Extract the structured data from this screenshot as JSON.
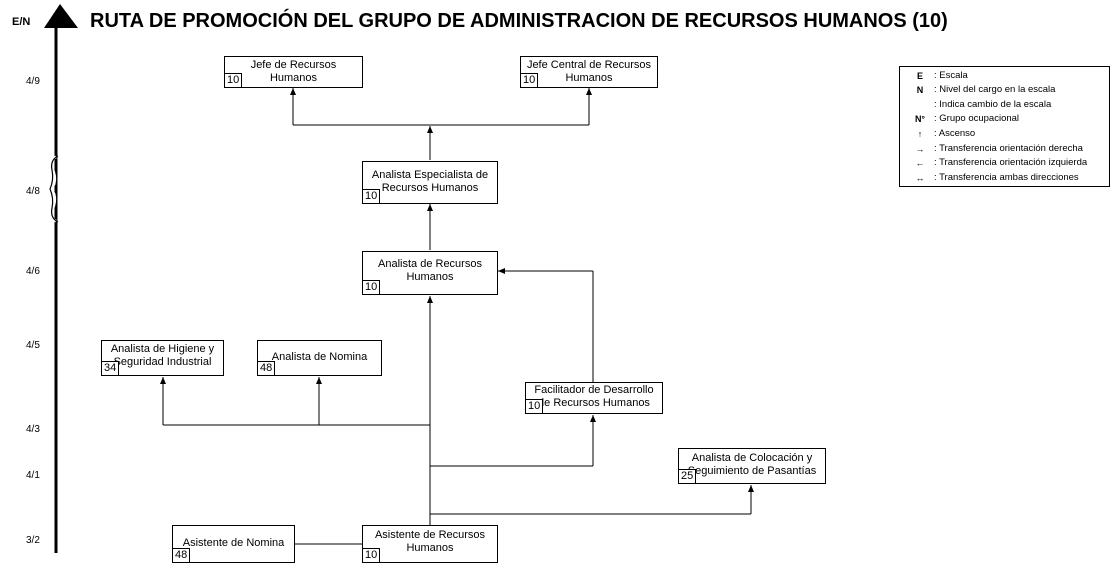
{
  "title": "RUTA DE PROMOCIÓN DEL GRUPO DE ADMINISTRACION DE RECURSOS HUMANOS (10)",
  "axis_label": "E/N",
  "levels": [
    "4/9",
    "4/8",
    "4/6",
    "4/5",
    "4/3",
    "4/1",
    "3/2"
  ],
  "positions": [
    {
      "label": "Jefe de Recursos\nHumanos",
      "group": "10"
    },
    {
      "label": "Jefe Central de Recursos\nHumanos",
      "group": "10"
    },
    {
      "label": "Analista Especialista de\nRecursos Humanos",
      "group": "10"
    },
    {
      "label": "Analista de Recursos\nHumanos",
      "group": "10"
    },
    {
      "label": "Analista de Higiene y\nSeguridad Industrial",
      "group": "34"
    },
    {
      "label": "Analista de Nomina",
      "group": "48"
    },
    {
      "label": "Facilitador de Desarrollo\nde Recursos Humanos",
      "group": "10"
    },
    {
      "label": "Analista de Colocación y\nSeguimiento de Pasantías",
      "group": "25"
    },
    {
      "label": "Asistente de Nomina",
      "group": "48"
    },
    {
      "label": "Asistente de Recursos\nHumanos",
      "group": "10"
    }
  ],
  "legend": [
    {
      "symbol": "E",
      "text": ": Escala"
    },
    {
      "symbol": "N",
      "text": ": Nivel del cargo en la escala"
    },
    {
      "symbol": "",
      "text": ": Indica cambio de la escala"
    },
    {
      "symbol": "N°",
      "text": ": Grupo ocupacional"
    },
    {
      "symbol": "↑",
      "text": ": Ascenso"
    },
    {
      "symbol": "→",
      "text": ": Transferencia orientación derecha"
    },
    {
      "symbol": "←",
      "text": ": Transferencia orientación izquierda"
    },
    {
      "symbol": "↔",
      "text": ": Transferencia ambas direcciones"
    }
  ]
}
